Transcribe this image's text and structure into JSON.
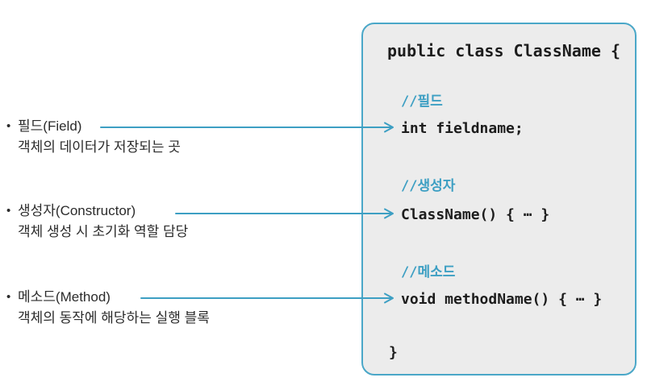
{
  "colors": {
    "accent": "#3d9fc3",
    "box_border": "#4aa7c8",
    "box_fill": "#ececec",
    "code_text": "#1d1d1d",
    "legend_text": "#2b2b2b"
  },
  "class_box": {
    "declaration": "public class ClassName {",
    "closing_brace": "}",
    "sections": [
      {
        "comment": "//필드",
        "code": "int fieldname;"
      },
      {
        "comment": "//생성자",
        "code": "ClassName() { ⋯ }"
      },
      {
        "comment": "//메소드",
        "code": "void methodName() { ⋯ }"
      }
    ]
  },
  "legend": {
    "bullet_glyph": "•",
    "items": [
      {
        "term": "필드(Field)",
        "description": "객체의 데이터가 저장되는 곳"
      },
      {
        "term": "생성자(Constructor)",
        "description": "객체 생성 시 초기화 역할 담당"
      },
      {
        "term": "메소드(Method)",
        "description": "객체의 동작에 해당하는 실행 블록"
      }
    ]
  }
}
